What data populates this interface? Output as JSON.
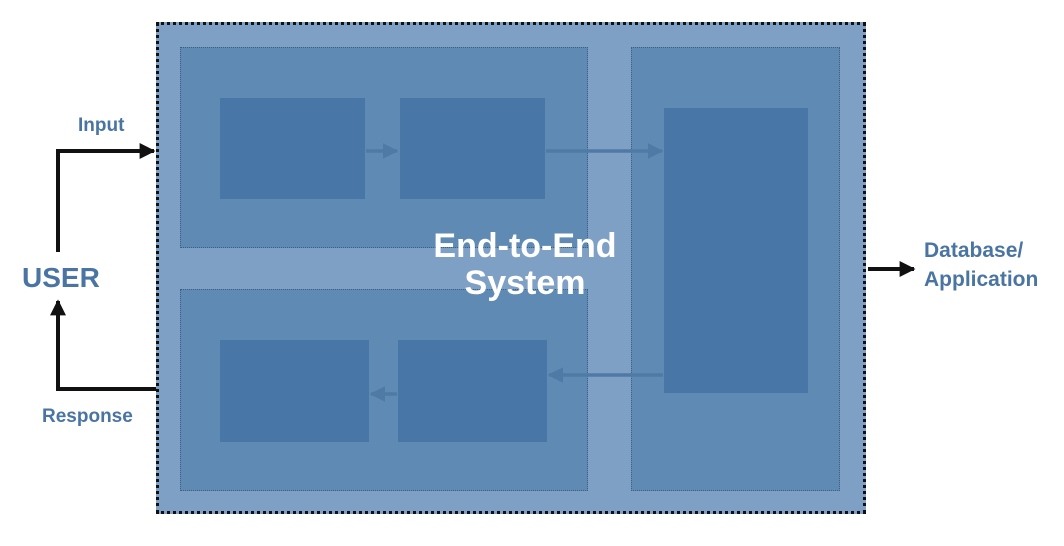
{
  "diagram": {
    "title_line1": "End-to-End",
    "title_line2": "System",
    "user_label": "USER",
    "input_label": "Input",
    "response_label": "Response",
    "destination_line1": "Database/",
    "destination_line2": "Application"
  }
}
